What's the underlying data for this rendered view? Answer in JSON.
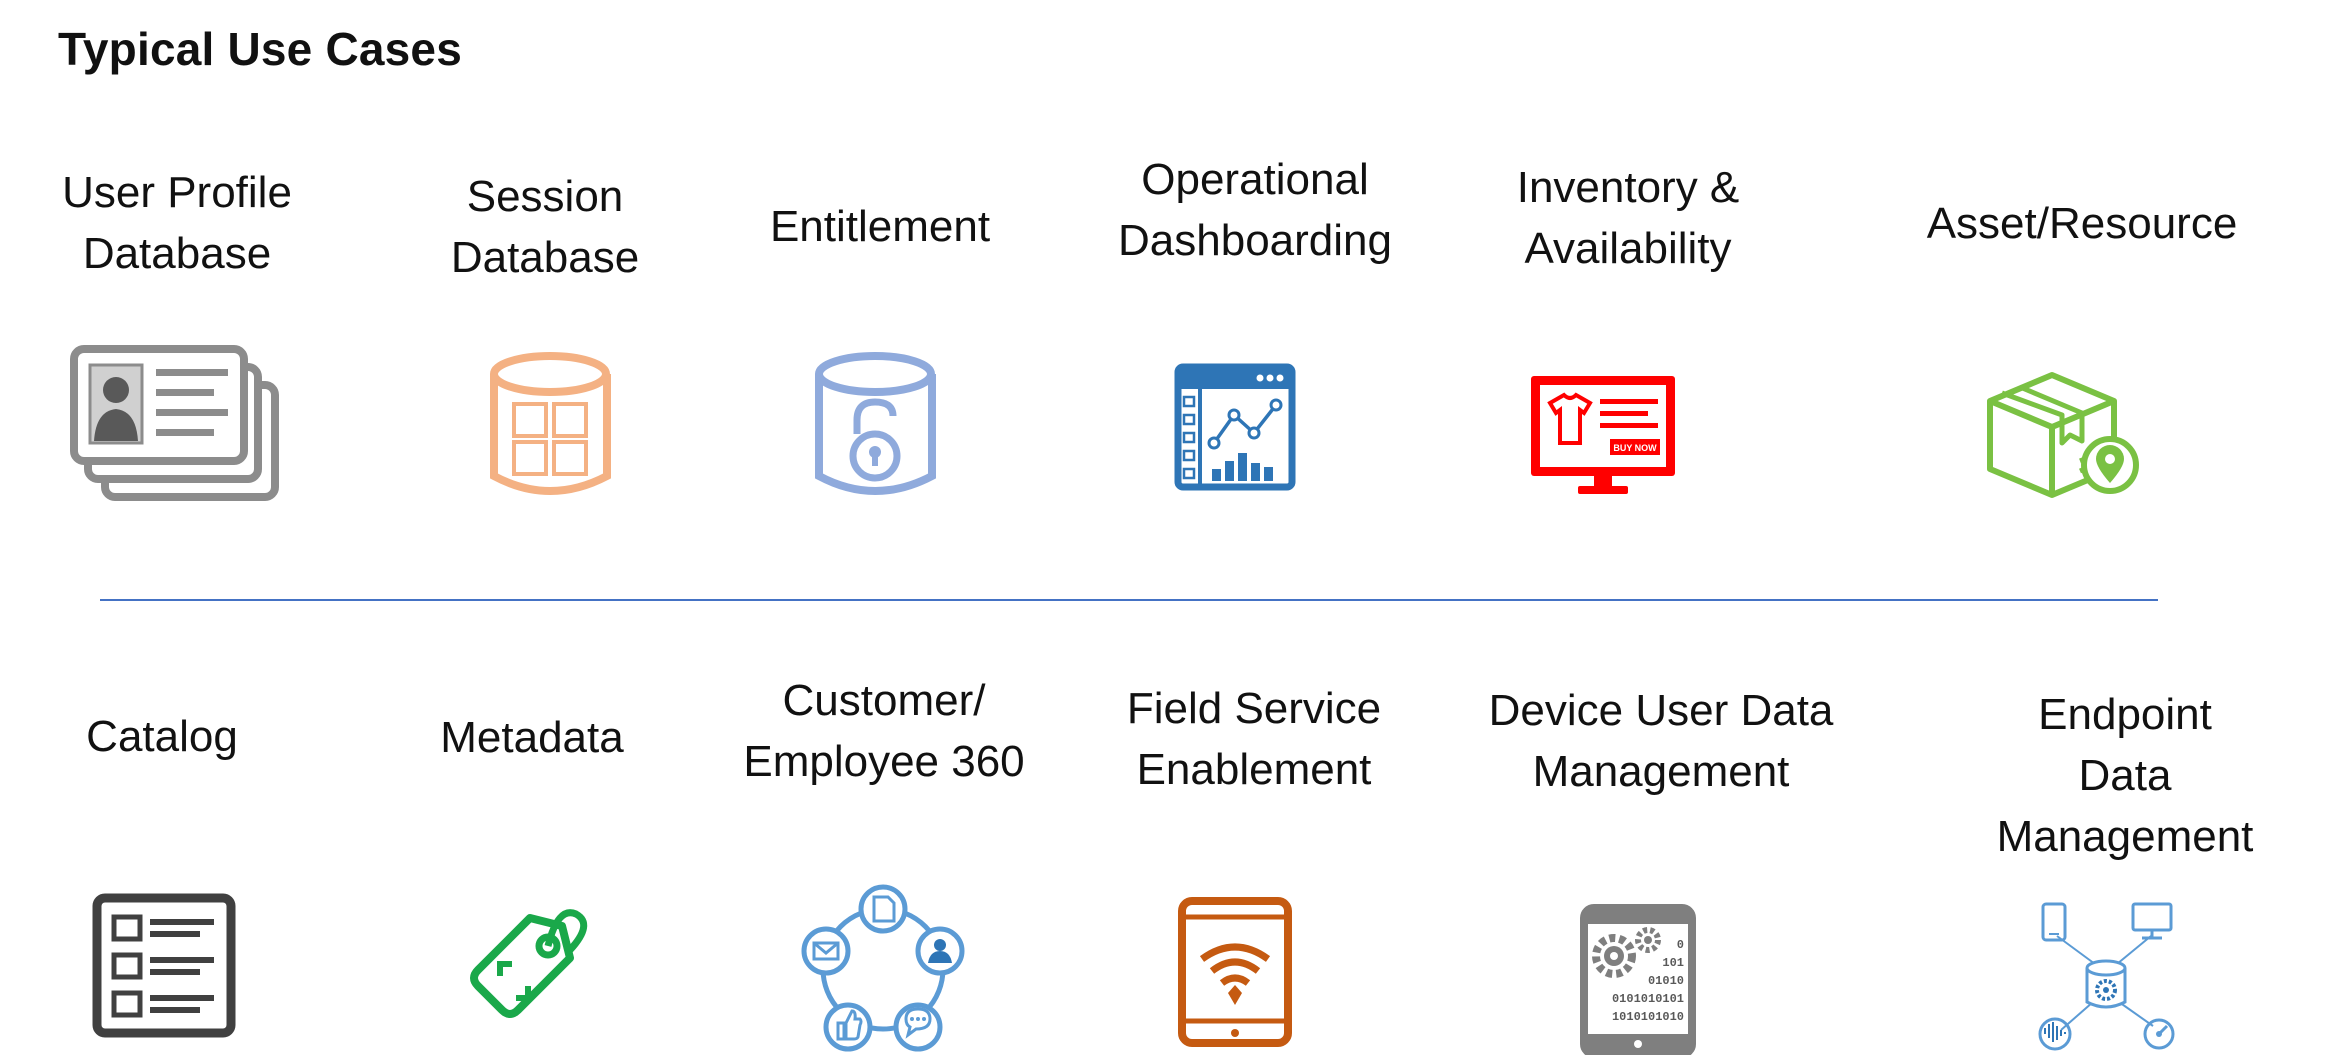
{
  "title": "Typical Use Cases",
  "colors": {
    "gray": "#8c8c8c",
    "orange": "#f4b183",
    "blue_light": "#8faadc",
    "blue": "#2e75b6",
    "red": "#ff0000",
    "green": "#7ac143",
    "dark": "#404040",
    "teal_green": "#1aa84a",
    "blue_circle": "#5b9bd5",
    "rust": "#c55a11",
    "divider": "#4472c4"
  },
  "row1": [
    {
      "label": "User Profile\nDatabase",
      "icon": "profile-cards-icon"
    },
    {
      "label": "Session\nDatabase",
      "icon": "session-database-icon"
    },
    {
      "label": "Entitlement",
      "icon": "lock-database-icon"
    },
    {
      "label": "Operational\nDashboarding",
      "icon": "dashboard-chart-icon"
    },
    {
      "label": "Inventory &\nAvailability",
      "icon": "shop-monitor-icon"
    },
    {
      "label": "Asset/Resource",
      "icon": "box-location-icon"
    }
  ],
  "row2": [
    {
      "label": "Catalog",
      "icon": "catalog-list-icon"
    },
    {
      "label": "Metadata",
      "icon": "tag-icon"
    },
    {
      "label": "Customer/\nEmployee 360",
      "icon": "circle-network-icon"
    },
    {
      "label": "Field Service\nEnablement",
      "icon": "tablet-wifi-icon"
    },
    {
      "label": "Device User Data\nManagement",
      "icon": "tablet-gears-icon"
    },
    {
      "label": "Endpoint Data\nManagement",
      "icon": "endpoint-hub-icon"
    }
  ],
  "badges": {
    "buy_now": "BUY NOW",
    "binary": [
      "0",
      "101",
      "01010",
      "0101010101",
      "1010101010"
    ]
  }
}
